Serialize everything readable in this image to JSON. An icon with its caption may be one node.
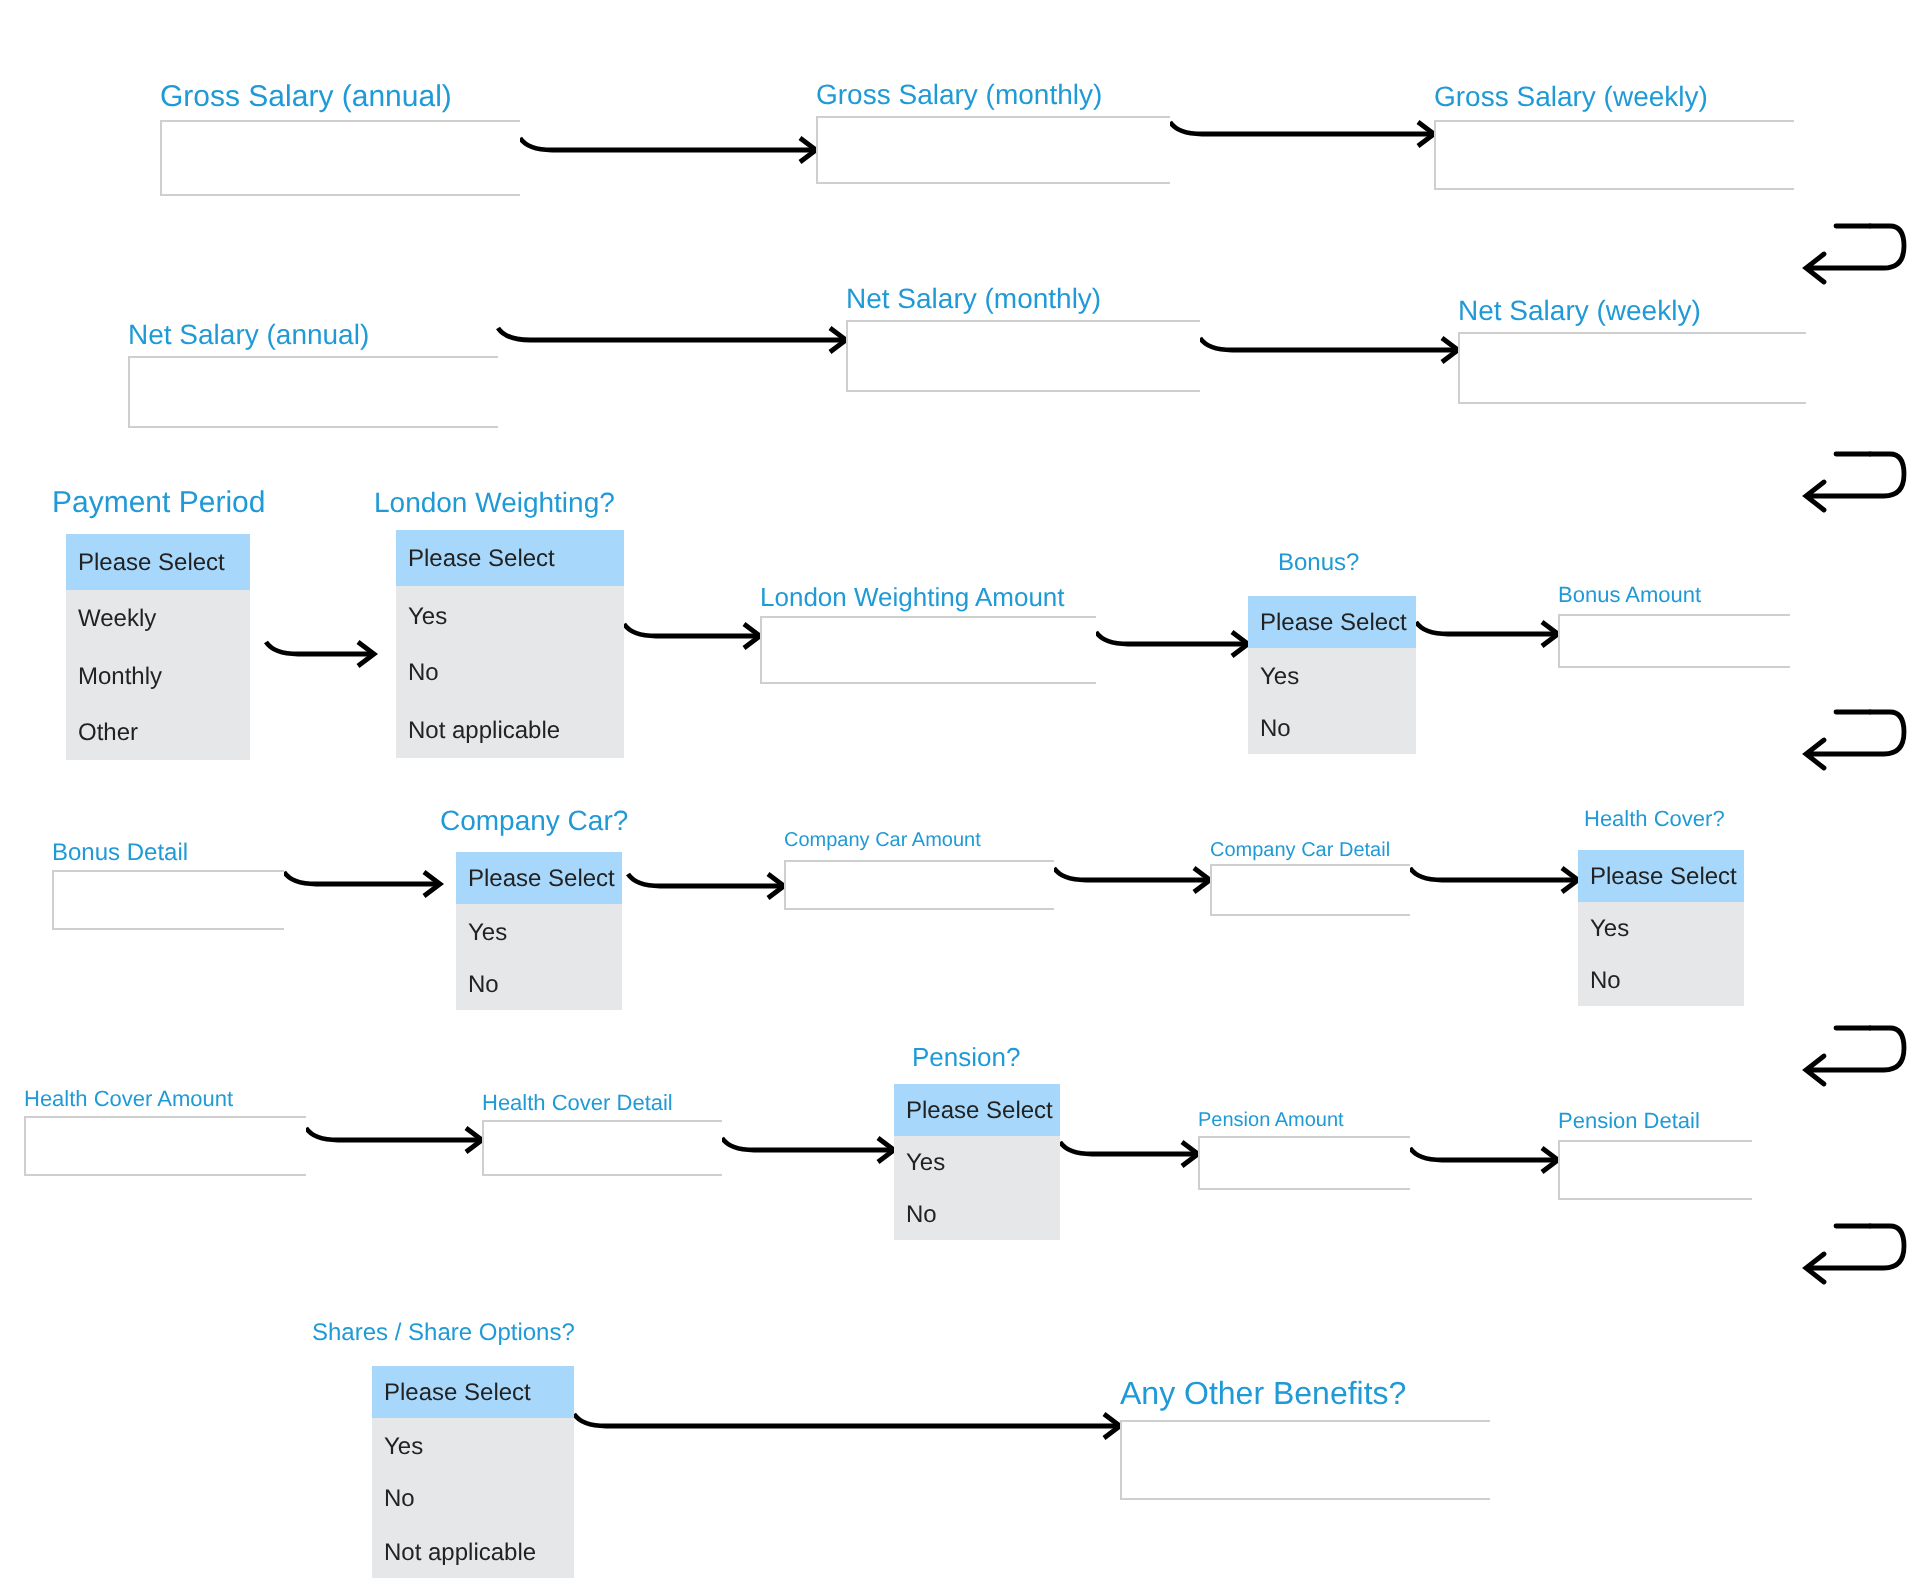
{
  "diagram": {
    "nodes": [
      {
        "text": [
          "Gross Salary (annual)"
        ]
      },
      {
        "text": [
          "Gross Salary (monthly)"
        ]
      },
      {
        "text": [
          "Gross Salary (weekly)"
        ]
      },
      {
        "text": [
          "Net Salary (annual)"
        ]
      },
      {
        "text": [
          "Net Salary (monthly)"
        ]
      },
      {
        "text": [
          "Net Salary (weekly)"
        ]
      },
      {
        "text": [
          "Payment Period",
          "Please Select",
          "Weekly",
          "Monthly",
          "Other"
        ]
      },
      {
        "text": [
          "London Weighting?",
          "Please Select",
          "Yes",
          "No",
          "Not applicable"
        ]
      },
      {
        "text": [
          "London Weighting Amount"
        ]
      },
      {
        "text": [
          "Bonus?",
          "Please Select",
          "Yes",
          "No"
        ]
      },
      {
        "text": [
          "Bonus Amount"
        ]
      },
      {
        "text": [
          "Bonus Detail"
        ]
      },
      {
        "text": [
          "Company Car?",
          "Please Select",
          "Yes",
          "No"
        ]
      },
      {
        "text": [
          "Company Car Amount"
        ]
      },
      {
        "text": [
          "Company Car Detail"
        ]
      },
      {
        "text": [
          "Health Cover?",
          "Please Select",
          "Yes",
          "No"
        ]
      },
      {
        "text": [
          "Health Cover Amount"
        ]
      },
      {
        "text": [
          "Health Cover Detail"
        ]
      },
      {
        "text": [
          "Pension?",
          "Please Select",
          "Yes",
          "No"
        ]
      },
      {
        "text": [
          "Pension Amount"
        ]
      },
      {
        "text": [
          "Pension Detail"
        ]
      },
      {
        "text": [
          "Shares / Share Options?",
          "Please Select",
          "Yes",
          "No",
          "Not applicable"
        ]
      },
      {
        "text": [
          "Any Other Benefits?"
        ]
      }
    ],
    "edges": [
      {
        "from": 0,
        "to": 1,
        "arrow": "to"
      },
      {
        "from": 1,
        "to": 2,
        "arrow": "to"
      },
      {
        "from": 3,
        "to": 4,
        "arrow": "to"
      },
      {
        "from": 4,
        "to": 5,
        "arrow": "to"
      },
      {
        "from": 6,
        "to": 7,
        "arrow": "to"
      },
      {
        "from": 7,
        "to": 8,
        "arrow": "to"
      },
      {
        "from": 8,
        "to": 9,
        "arrow": "to"
      },
      {
        "from": 9,
        "to": 10,
        "arrow": "to"
      },
      {
        "from": 11,
        "to": 12,
        "arrow": "to"
      },
      {
        "from": 12,
        "to": 13,
        "arrow": "to"
      },
      {
        "from": 13,
        "to": 14,
        "arrow": "to"
      },
      {
        "from": 14,
        "to": 15,
        "arrow": "to"
      },
      {
        "from": 16,
        "to": 17,
        "arrow": "to"
      },
      {
        "from": 17,
        "to": 18,
        "arrow": "to"
      },
      {
        "from": 18,
        "to": 19,
        "arrow": "to"
      },
      {
        "from": 19,
        "to": 20,
        "arrow": "to"
      },
      {
        "from": 21,
        "to": 22,
        "arrow": "to"
      }
    ]
  }
}
